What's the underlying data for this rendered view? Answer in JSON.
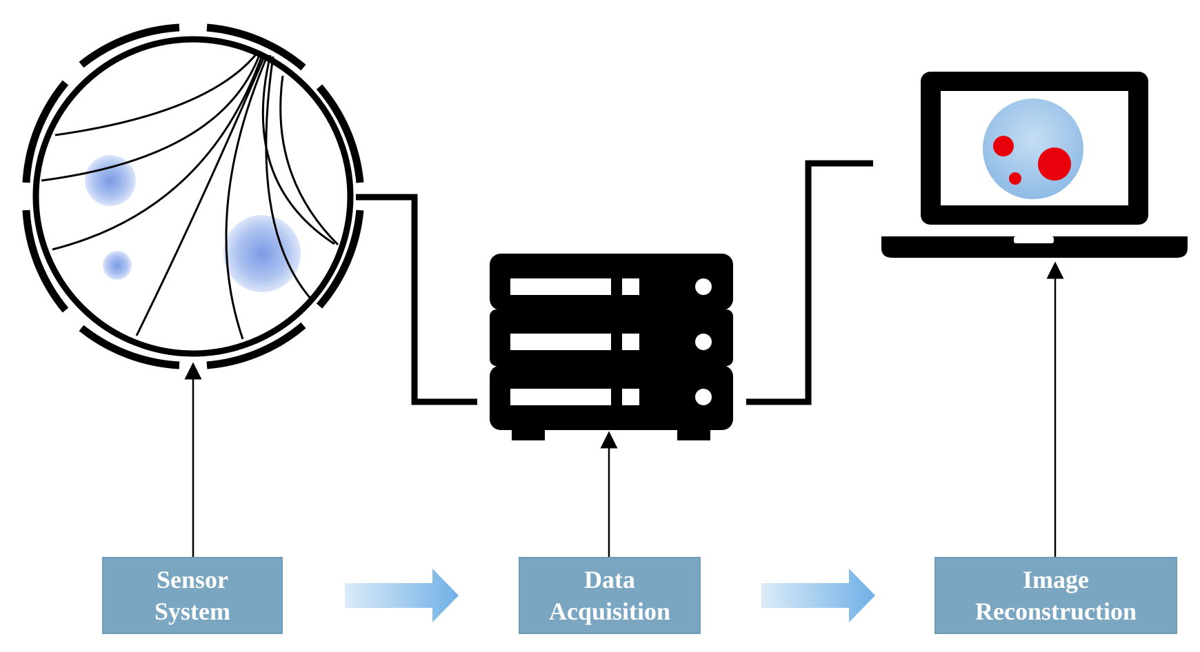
{
  "stages": [
    {
      "line1": "Sensor",
      "line2": "System"
    },
    {
      "line1": "Data",
      "line2": "Acquisition"
    },
    {
      "line1": "Image",
      "line2": "Reconstruction"
    }
  ],
  "colors": {
    "box_fill": "#7aa6c2",
    "arrow_fill": "#8ec1ea",
    "device": "#000000",
    "inclusion_blue": "#9db9ec",
    "screen_circle": "#a9cdeb",
    "defect_red": "#e8000b"
  },
  "icons": [
    "sensor-ring-icon",
    "server-rack-icon",
    "laptop-icon",
    "flow-arrow-icon"
  ]
}
